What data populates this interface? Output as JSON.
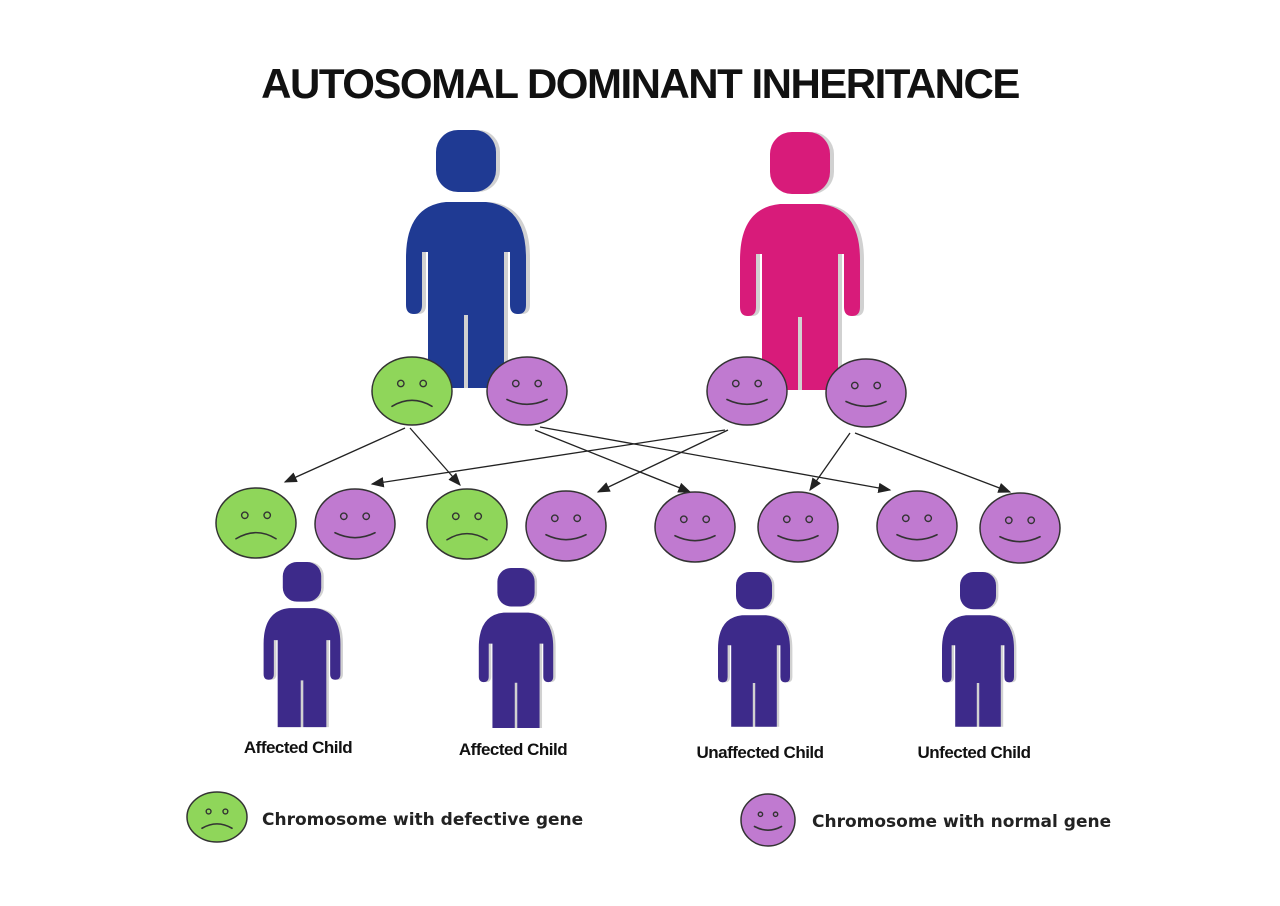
{
  "title": "AUTOSOMAL DOMINANT INHERITANCE",
  "colors": {
    "father": "#1f3a93",
    "mother": "#d81b7a",
    "child": "#3d2a8a",
    "defective_face": "#8fd65a",
    "normal_face": "#c07ad0",
    "outline": "#333333",
    "arrow": "#222222"
  },
  "children": [
    {
      "label": "Affected Child"
    },
    {
      "label": "Affected Child"
    },
    {
      "label": "Unaffected Child"
    },
    {
      "label": "Unfected Child"
    }
  ],
  "legend": {
    "defective_label": "Chromosome with defective gene",
    "normal_label": "Chromosome with normal gene"
  },
  "icons": {
    "defective": "sad-face-icon",
    "normal": "smiley-face-icon",
    "person": "person-icon"
  }
}
